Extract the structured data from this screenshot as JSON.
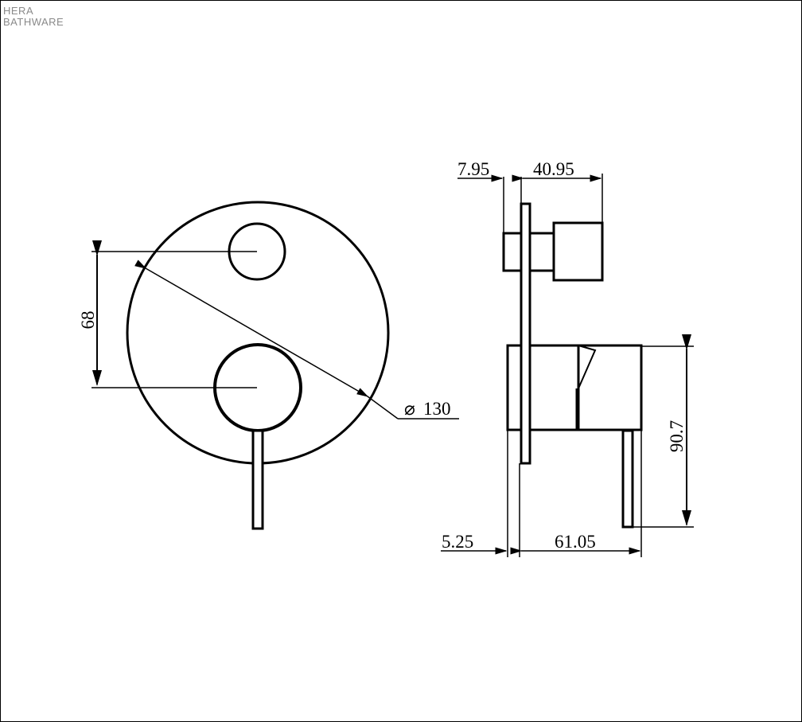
{
  "logo": {
    "line1": "HERA",
    "line2": "BATHWARE"
  },
  "front_view": {
    "center_distance_label": "68",
    "diameter_label": "130",
    "diameter_symbol": "⌀"
  },
  "side_view": {
    "plate_to_knob_label": "7.95",
    "knob_depth_label": "40.95",
    "plate_thickness_label": "5.25",
    "lever_depth_label": "61.05",
    "lever_height_label": "90.7"
  },
  "colors": {
    "line": "#000000",
    "background": "#ffffff",
    "logo": "#8a8a8a"
  }
}
